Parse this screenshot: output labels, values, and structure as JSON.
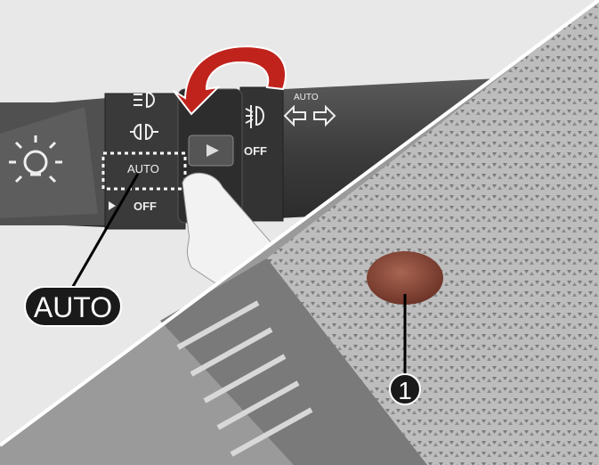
{
  "lever": {
    "auto_label": "AUTO",
    "off_label": "OFF",
    "fog_off_label": "OFF",
    "turn_auto_label": "AUTO",
    "button_icon": "play-icon"
  },
  "callouts": {
    "auto": "AUTO",
    "sensor_number": "1"
  },
  "colors": {
    "arrow": "#c0231c",
    "sensor": "#8a4a3a",
    "background": "#e9e9e9",
    "dashboard": "#c9c9c9",
    "lever": "#4a4a4a"
  }
}
